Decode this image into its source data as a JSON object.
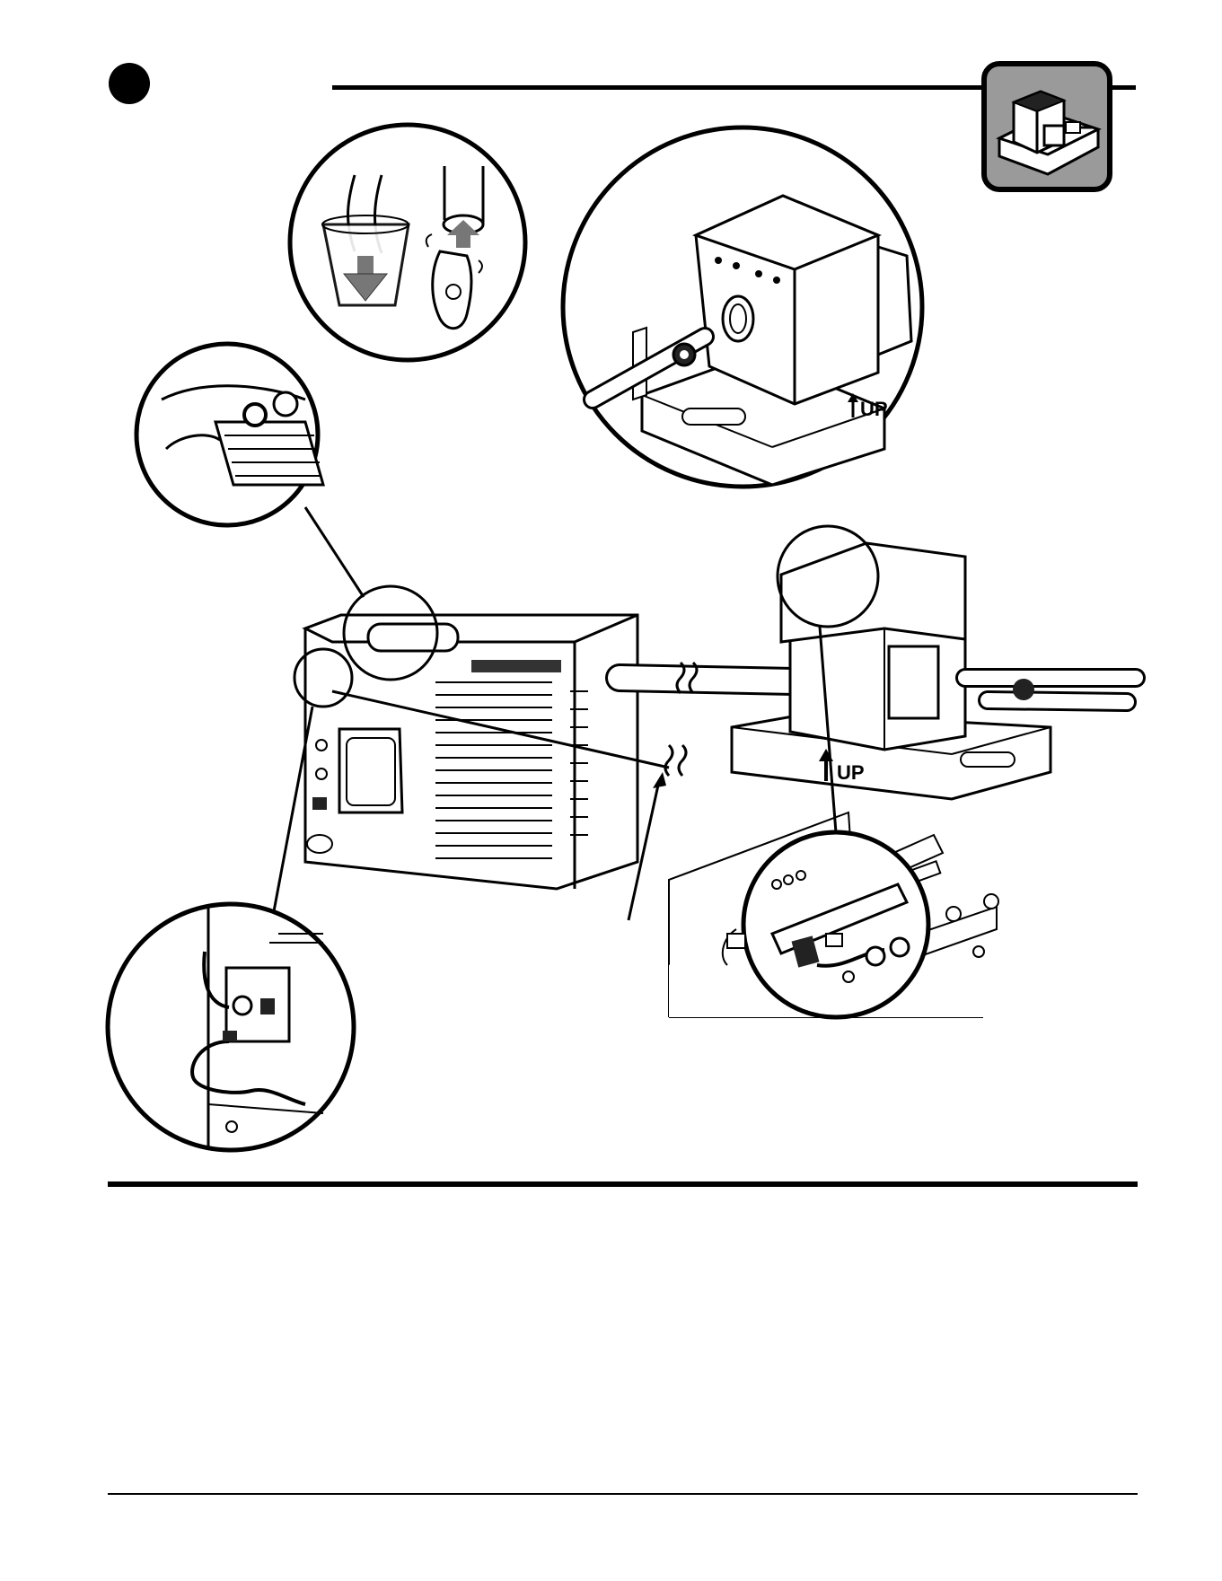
{
  "document": {
    "type": "installation-diagram",
    "step": {
      "marker": "filled-circle"
    },
    "labels": {
      "up_arrow_large": "UP",
      "up_arrow_small": "UP"
    },
    "icons": {
      "unit_badge": "compressor-unit-icon",
      "water_cup": "water-cup-icon",
      "hose_clamp": "hose-clamp-icon"
    },
    "colors": {
      "ink": "#000000",
      "badge_fill": "#9a9a9a",
      "paper": "#ffffff"
    }
  }
}
